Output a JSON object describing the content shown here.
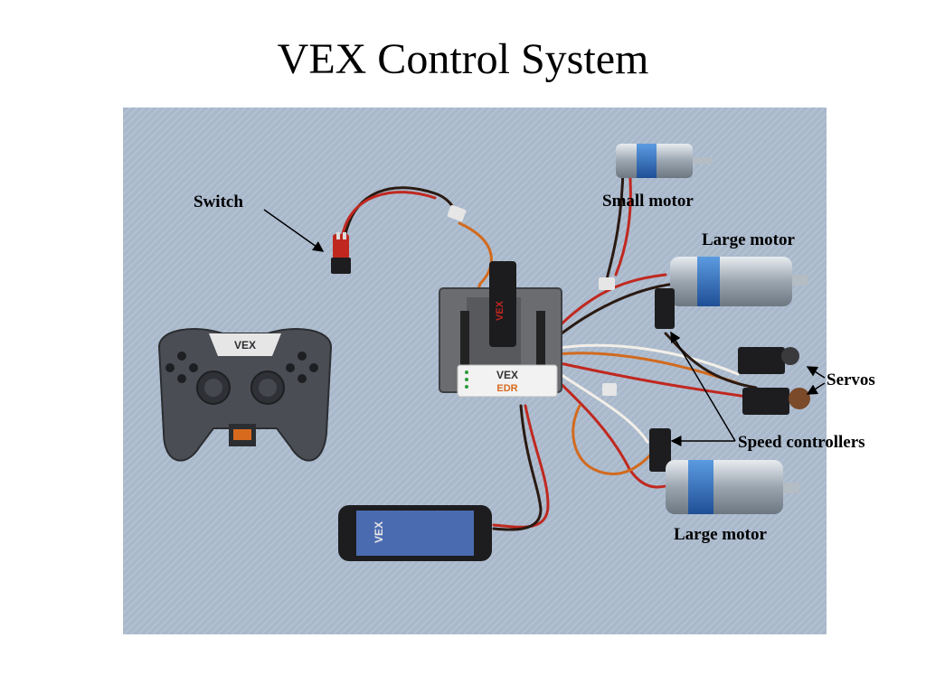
{
  "slide": {
    "title": "VEX Control System"
  },
  "photo": {
    "background_color": "#a9b8cb",
    "components": [
      "controller-icon",
      "microcontroller-icon",
      "battery-icon",
      "switch-icon",
      "small-motor-icon",
      "large-motor-icon",
      "servo-icon",
      "speed-controller-icon"
    ],
    "labels": {
      "switch": "Switch",
      "small_motor": "Small motor",
      "large_motor_top": "Large motor",
      "servos": "Servos",
      "speed_controllers": "Speed controllers",
      "large_motor_bottom": "Large motor"
    }
  }
}
